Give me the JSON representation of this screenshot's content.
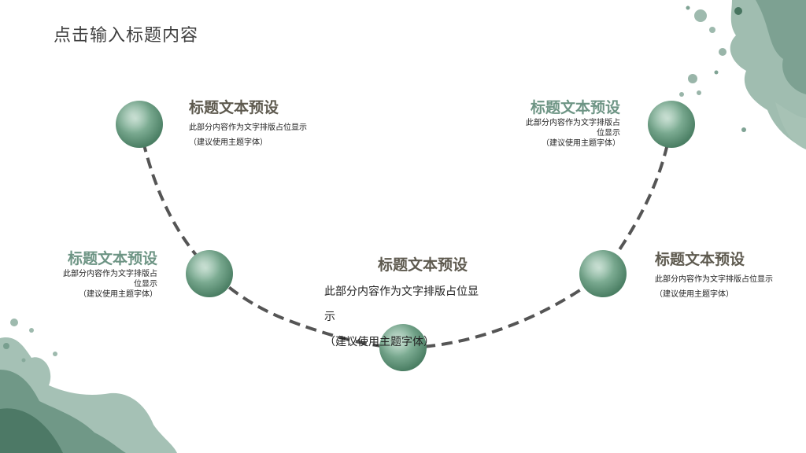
{
  "slide": {
    "title": "点击输入标题内容"
  },
  "colors": {
    "title_dark": "#5e5a4f",
    "title_green": "#6e9585",
    "ball": "#5f9478",
    "dash": "#555555",
    "watercolor": "#7fa394"
  },
  "nodes": [
    {
      "title": "标题文本预设",
      "desc_line1": "此部分内容作为文字排版占位显示",
      "desc_line2": "（建议使用主题字体）"
    },
    {
      "title": "标题文本预设",
      "desc_line1": "此部分内容作为文字排版占",
      "desc_line2": "位显示",
      "desc_line3": "（建议使用主题字体）"
    },
    {
      "title": "标题文本预设",
      "desc_line1": "此部分内容作为文字排版占",
      "desc_line2": "位显示",
      "desc_line3": "（建议使用主题字体）"
    },
    {
      "title": "标题文本预设",
      "desc_line1": "此部分内容作为文字排版占位显",
      "desc_line2": "示",
      "desc_line3": "（建议使用主题字体）"
    },
    {
      "title": "标题文本预设",
      "desc_line1": "此部分内容作为文字排版占位显示",
      "desc_line2": "（建议使用主题字体）"
    }
  ]
}
